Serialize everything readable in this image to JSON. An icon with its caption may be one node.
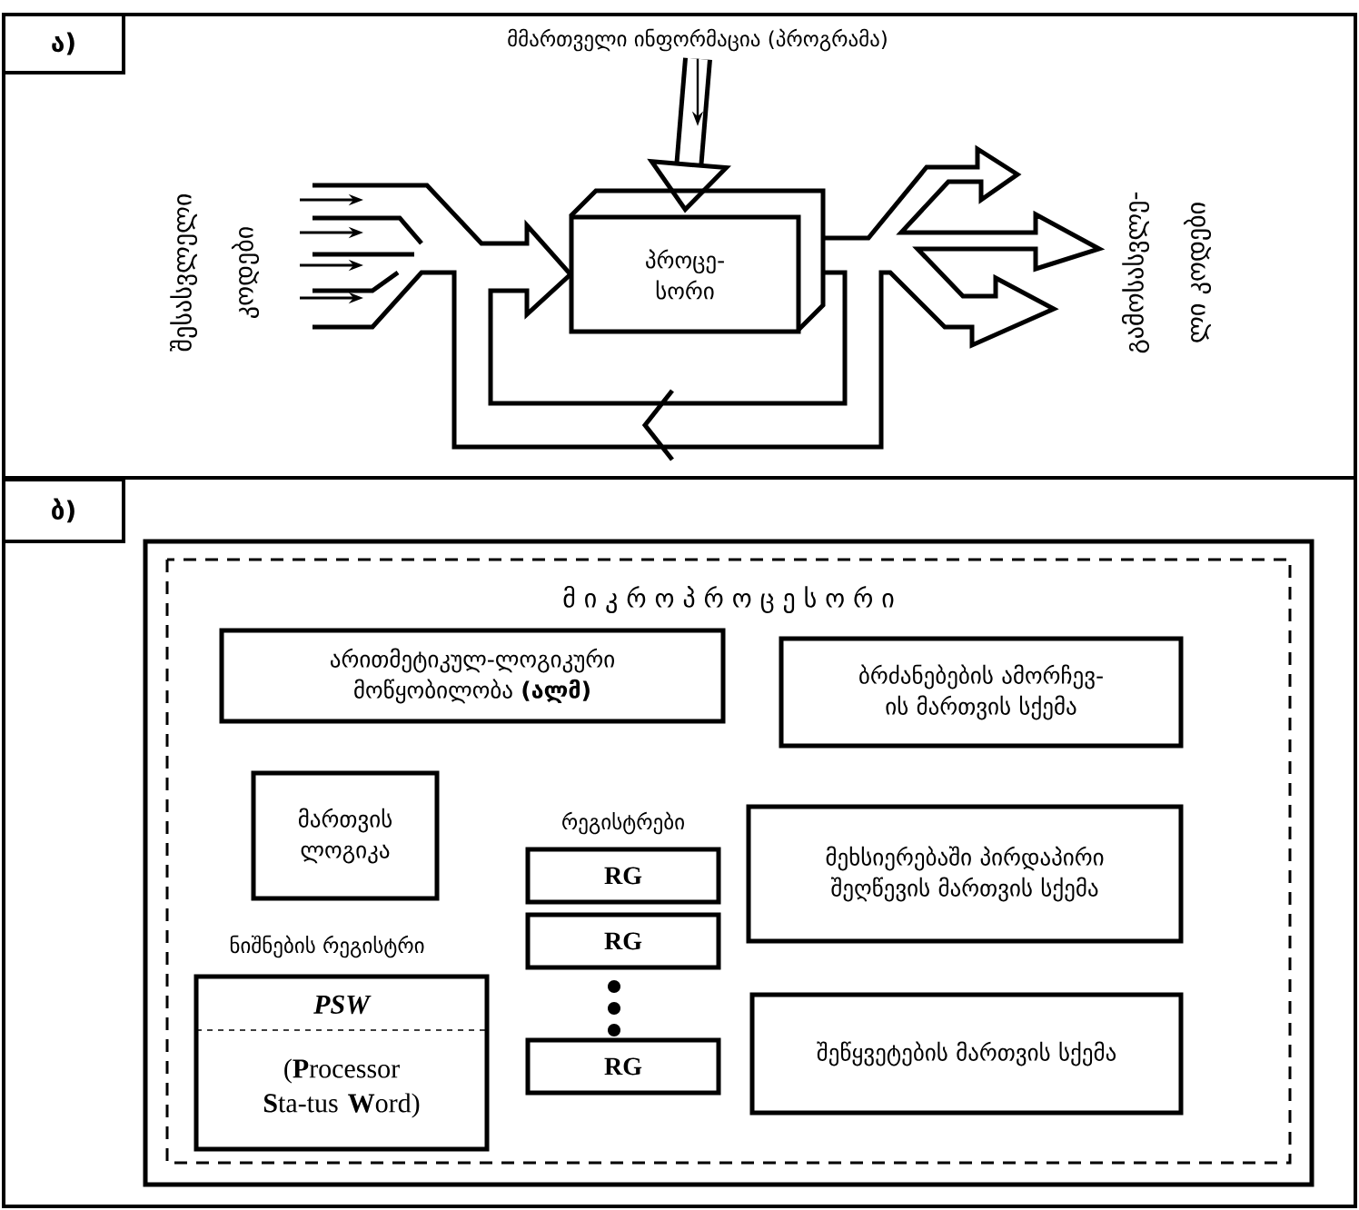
{
  "diagram": {
    "nodes": [
      {
        "text": [
          "ა)"
        ]
      },
      {
        "text": [
          "მმართველი ინფორმაცია (პროგრამა)"
        ]
      },
      {
        "text": [
          "პროცე-სორი"
        ]
      },
      {
        "text": [
          "ბ)"
        ]
      },
      {
        "text": [
          "მ ი კ რ ო პ რ ო ც ე ს ო რ ი"
        ]
      },
      {
        "text": [
          "არითმეტიკულ-ლოგიკური მოწყობილობა **(ალმ)**"
        ],
        "in": 4
      },
      {
        "text": [
          "ბრძანებების ამორჩევ-ის მართვის სქემა"
        ],
        "in": 4
      },
      {
        "text": [
          "მართვის ლოგიკა"
        ],
        "in": 4
      },
      {
        "text": [
          "RG"
        ],
        "in": 4,
        "beside": [
          "რეგისტრები"
        ]
      },
      {
        "text": [
          "RG"
        ],
        "in": 4
      },
      {
        "text": [
          "მეხსიერებაში პირდაპირი შეღწევის მართვის სქემა"
        ],
        "in": 4
      },
      {
        "text": [
          "ნიშნების რეგისტრი",
          "PSW",
          "(**P**rocessor **S**ta-tus **W**ord)"
        ],
        "in": 4
      },
      {
        "text": [
          "RG"
        ],
        "in": 4
      },
      {
        "text": [
          "შეწყვეტების მართვის სქემა"
        ],
        "in": 4
      }
    ],
    "edges": [
      {
        "from": 1,
        "to": 2,
        "arrow": "to"
      }
    ],
    "labels": [
      "შესასვლელი კოდები",
      "გამოსასვლე-ლი კოდები"
    ]
  }
}
